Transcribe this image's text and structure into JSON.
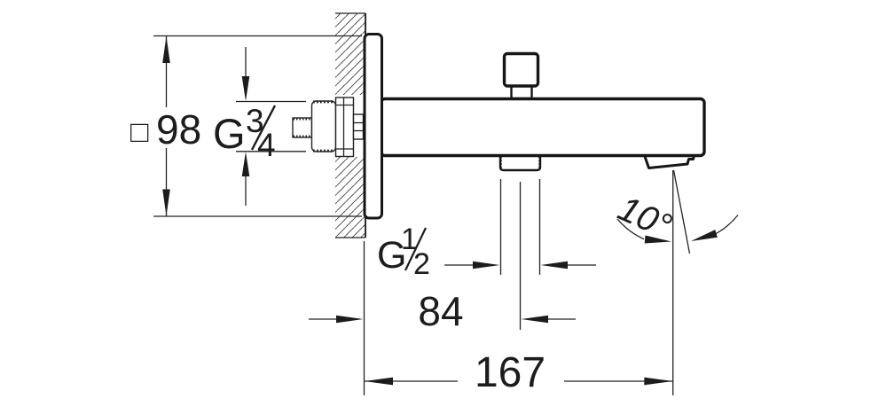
{
  "drawing": {
    "type": "technical-drawing",
    "subject": "wall-mounted bath spout with diverter, side elevation",
    "background_color": "#ffffff",
    "line_color": "#1c1c1c",
    "dimensions": {
      "flange_size": {
        "symbol": "□",
        "value": "98"
      },
      "inlet_thread": {
        "prefix": "G",
        "numerator": "3",
        "denominator": "4"
      },
      "outlet_thread": {
        "prefix": "G",
        "numerator": "1",
        "denominator": "2"
      },
      "outlet_offset_from_wall": "84",
      "spout_reach": "167",
      "outlet_angle": "10°"
    }
  }
}
